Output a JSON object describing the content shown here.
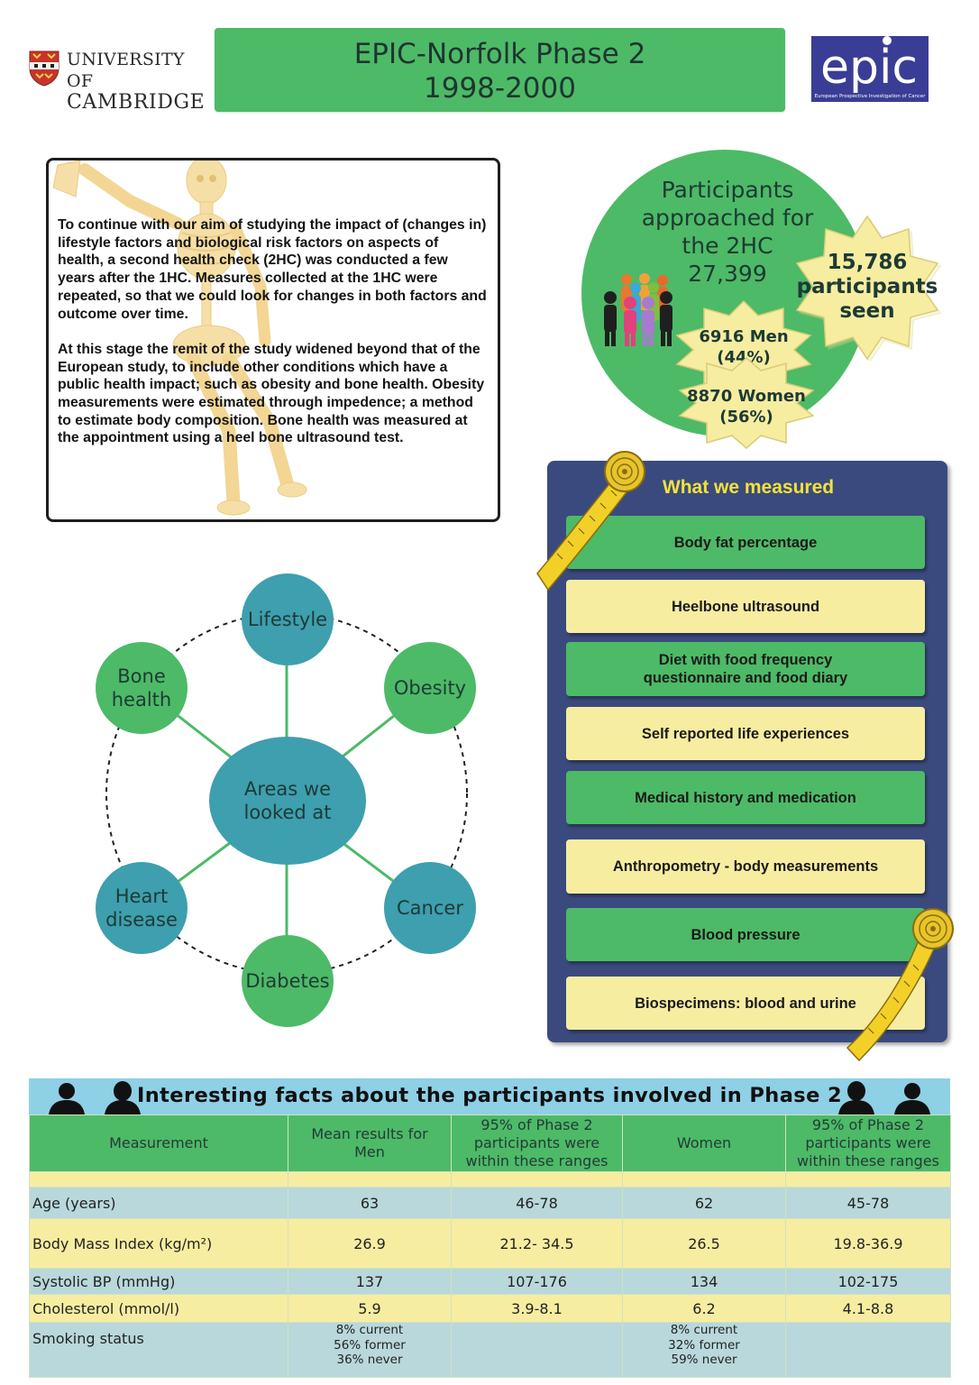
{
  "header": {
    "university_line1": "UNIVERSITY OF",
    "university_line2": "CAMBRIDGE",
    "title_line1": "EPIC-Norfolk Phase 2",
    "title_line2": "1998-2000",
    "epic_logo_text": "epic",
    "epic_logo_subtitle": "European Prospective Investigation of Cancer"
  },
  "intro": {
    "paragraph1": "To continue with our aim of studying the impact of (changes in) lifestyle factors and biological risk factors on aspects of health, a second health check (2HC) was conducted a few years after the 1HC. Measures collected at the 1HC were repeated, so that we could look for changes in both factors and outcome over time.",
    "paragraph2": "At this stage the remit of the study widened beyond that of the European study, to include other conditions which have a public health impact; such as obesity and bone health. Obesity measurements were estimated through impedence; a method to estimate body composition. Bone health was measured at the appointment using a heel bone ultrasound test."
  },
  "participants": {
    "approached_line1": "Participants",
    "approached_line2": "approached for",
    "approached_line3": "the 2HC",
    "approached_count": "27,399",
    "seen_line1": "15,786",
    "seen_line2": "participants",
    "seen_line3": "seen",
    "men_line1": "6916 Men",
    "men_line2": "(44%)",
    "women_line1": "8870 Women",
    "women_line2": "(56%)"
  },
  "measured": {
    "title": "What we measured",
    "items": [
      {
        "line1": "Body fat percentage",
        "line2": ""
      },
      {
        "line1": "Heelbone ultrasound",
        "line2": ""
      },
      {
        "line1": "Diet with food frequency",
        "line2": "questionnaire and food diary"
      },
      {
        "line1": "Self reported life experiences",
        "line2": ""
      },
      {
        "line1": "Medical history and medication",
        "line2": ""
      },
      {
        "line1": "Anthropometry - body measurements",
        "line2": ""
      },
      {
        "line1": "Blood pressure",
        "line2": ""
      },
      {
        "line1": "Biospecimens: blood and urine",
        "line2": ""
      }
    ]
  },
  "diagram": {
    "center_line1": "Areas we",
    "center_line2": "looked at",
    "lifestyle": "Lifestyle",
    "obesity": "Obesity",
    "cancer": "Cancer",
    "diabetes": "Diabetes",
    "heart_line1": "Heart",
    "heart_line2": "disease",
    "bone_line1": "Bone",
    "bone_line2": "health"
  },
  "facts": {
    "title": "Interesting facts about the participants involved in Phase 2",
    "headers": {
      "c1": "Measurement",
      "c2_line1": "Mean results for",
      "c2_line2": "Men",
      "c3_line1": "95% of Phase 2",
      "c3_line2": "participants were",
      "c3_line3": "within these ranges",
      "c4": "Women",
      "c5_line1": "95% of Phase 2",
      "c5_line2": "participants were",
      "c5_line3": "within these ranges"
    },
    "rows": [
      {
        "measurement": "Age (years)",
        "men": "63",
        "men_range": "46-78",
        "women": "62",
        "women_range": "45-78"
      },
      {
        "measurement": "Body Mass Index (kg/m²)",
        "men": "26.9",
        "men_range": "21.2- 34.5",
        "women": "26.5",
        "women_range": "19.8-36.9"
      },
      {
        "measurement": "Systolic BP (mmHg)",
        "men": "137",
        "men_range": "107-176",
        "women": "134",
        "women_range": "102-175"
      },
      {
        "measurement": "Cholesterol (mmol/l)",
        "men": "5.9",
        "men_range": "3.9-8.1",
        "women": "6.2",
        "women_range": "4.1-8.8"
      }
    ],
    "smoking": {
      "measurement": "Smoking status",
      "men_current": "8% current",
      "men_former": "56% former",
      "men_never": "36% never",
      "women_current": "8% current",
      "women_former": "32% former",
      "women_never": "59% never"
    }
  },
  "colors": {
    "green": "#4dba67",
    "yellow": "#f7eda1",
    "navy": "#3b4a7e",
    "teal": "#3e9fae",
    "title_yellow": "#f2e23a",
    "light_blue": "#8ed0e6",
    "row_blue": "#b9d8db"
  }
}
